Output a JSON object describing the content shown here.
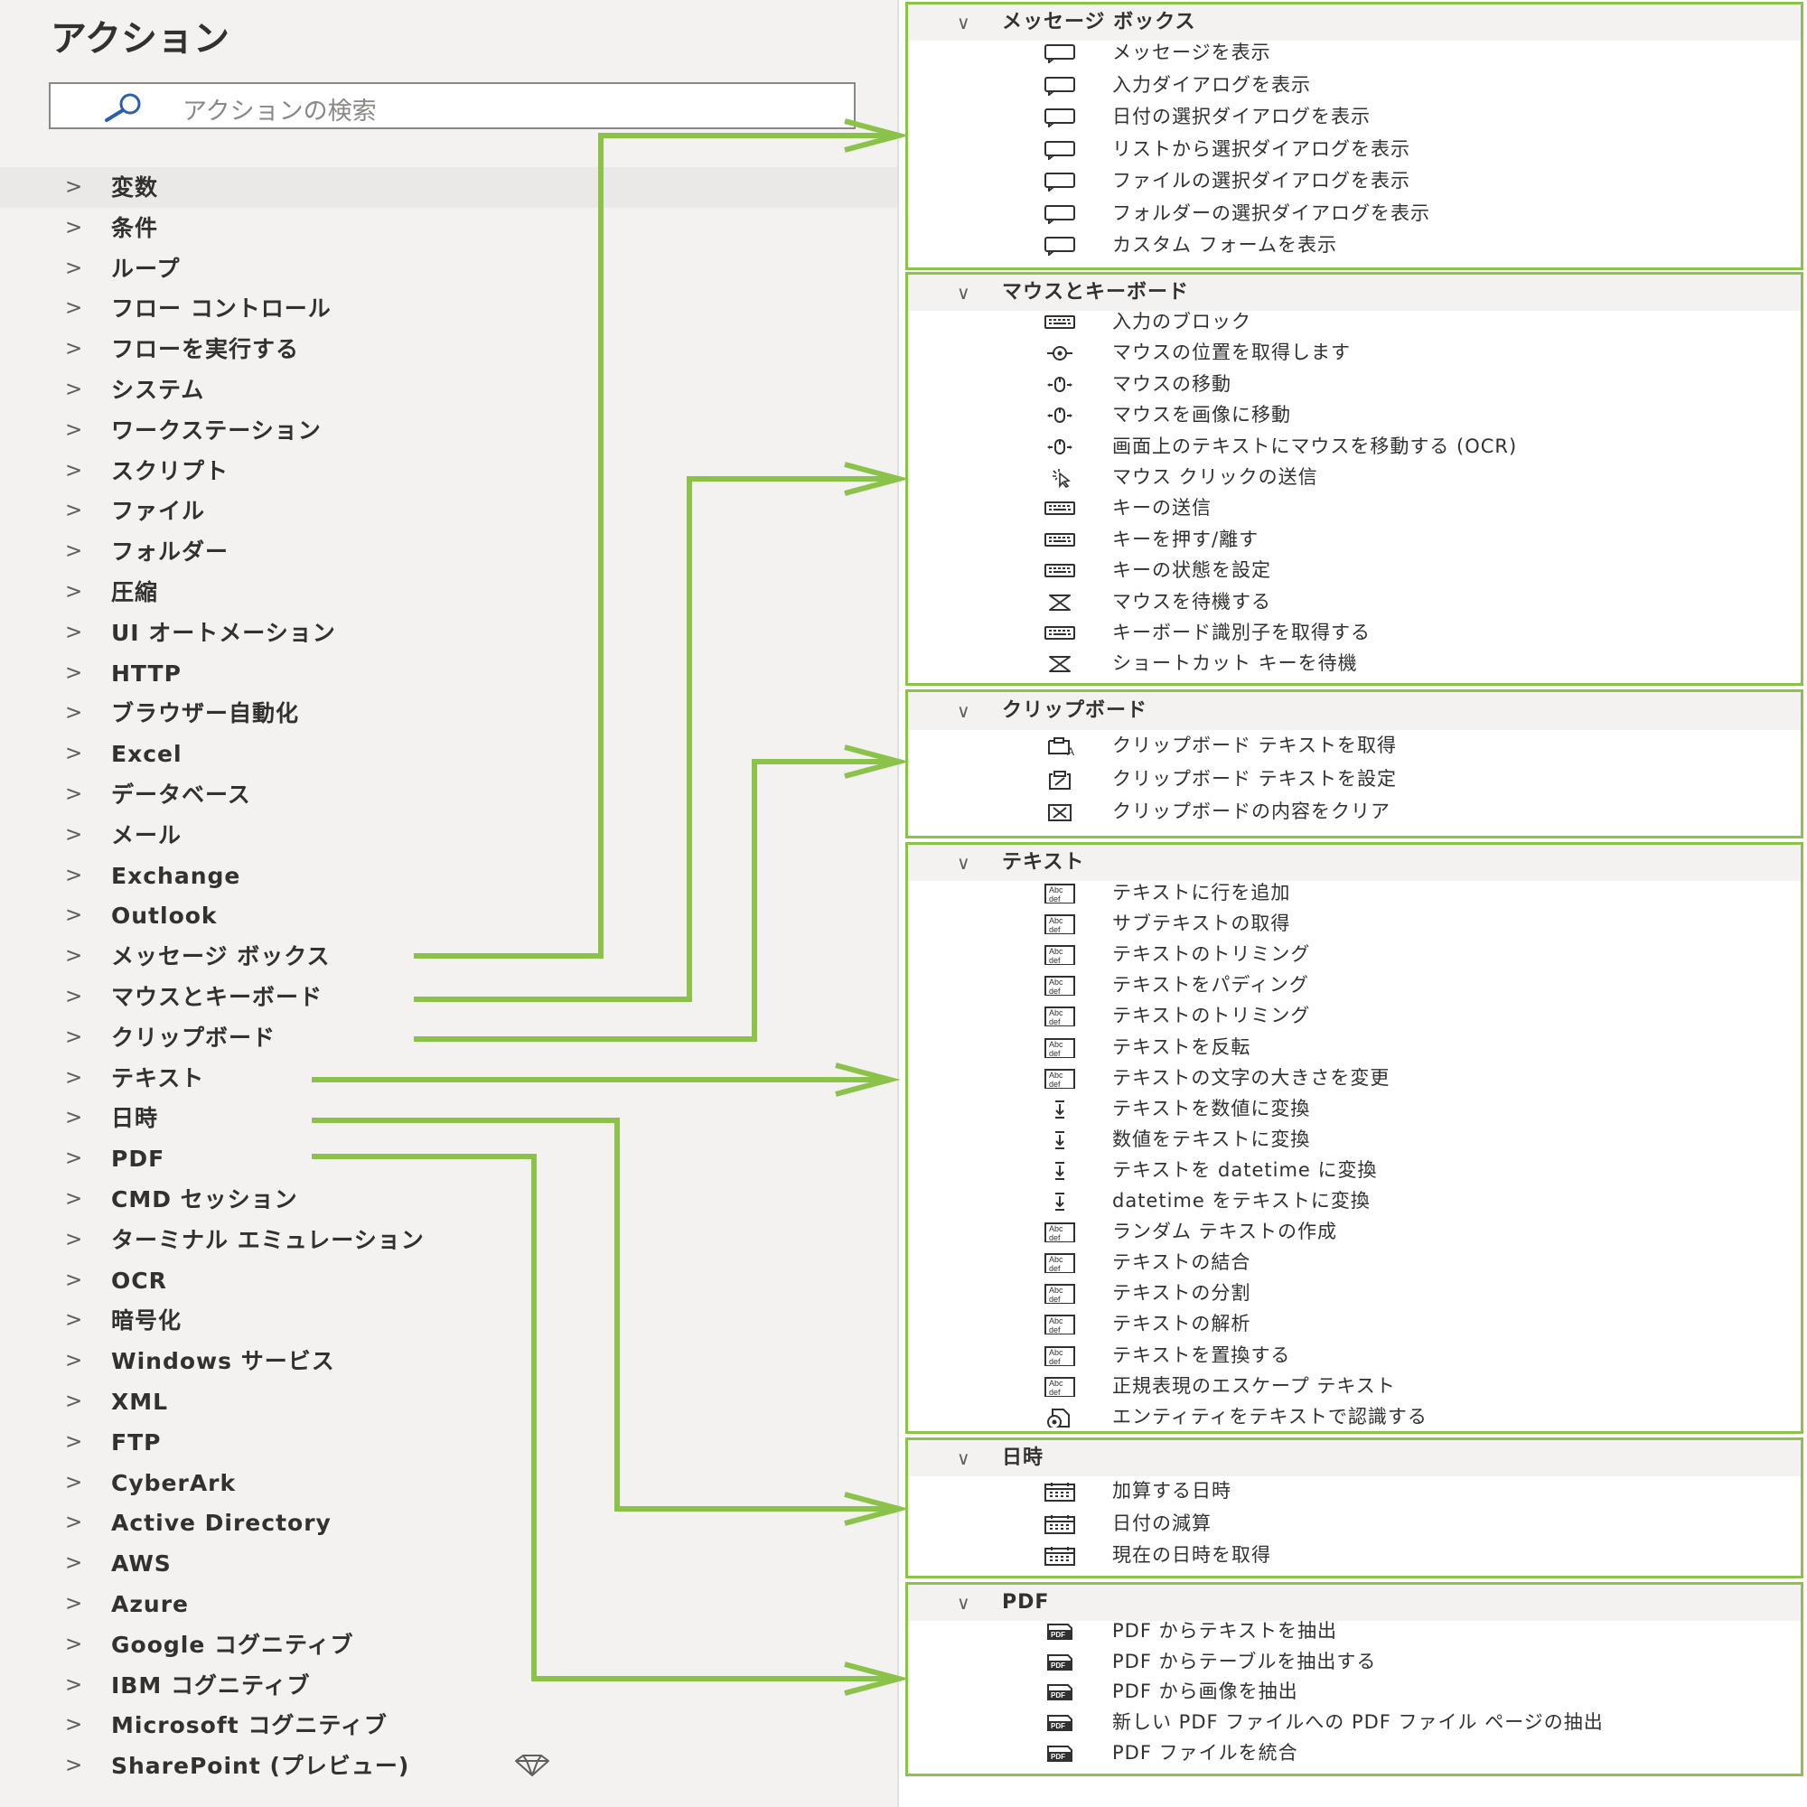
{
  "title": "アクション",
  "search": {
    "placeholder": "アクションの検索"
  },
  "categories": [
    {
      "label": "変数"
    },
    {
      "label": "条件"
    },
    {
      "label": "ループ"
    },
    {
      "label": "フロー コントロール"
    },
    {
      "label": "フローを実行する"
    },
    {
      "label": "システム"
    },
    {
      "label": "ワークステーション"
    },
    {
      "label": "スクリプト"
    },
    {
      "label": "ファイル"
    },
    {
      "label": "フォルダー"
    },
    {
      "label": "圧縮"
    },
    {
      "label": "UI オートメーション"
    },
    {
      "label": "HTTP"
    },
    {
      "label": "ブラウザー自動化"
    },
    {
      "label": "Excel"
    },
    {
      "label": "データベース"
    },
    {
      "label": "メール"
    },
    {
      "label": "Exchange"
    },
    {
      "label": "Outlook"
    },
    {
      "label": "メッセージ ボックス"
    },
    {
      "label": "マウスとキーボード"
    },
    {
      "label": "クリップボード"
    },
    {
      "label": "テキスト"
    },
    {
      "label": "日時"
    },
    {
      "label": "PDF"
    },
    {
      "label": "CMD セッション"
    },
    {
      "label": "ターミナル エミュレーション"
    },
    {
      "label": "OCR"
    },
    {
      "label": "暗号化"
    },
    {
      "label": "Windows サービス"
    },
    {
      "label": "XML"
    },
    {
      "label": "FTP"
    },
    {
      "label": "CyberArk"
    },
    {
      "label": "Active Directory"
    },
    {
      "label": "AWS"
    },
    {
      "label": "Azure"
    },
    {
      "label": "Google コグニティブ"
    },
    {
      "label": "IBM コグニティブ"
    },
    {
      "label": "Microsoft コグニティブ"
    },
    {
      "label": "SharePoint (プレビュー)"
    }
  ],
  "chevron": ">",
  "expanded_chevron": "∨",
  "premium_icon": "diamond-icon",
  "accent_color": "#8bc34a",
  "groups": [
    {
      "name": "message-box",
      "title": "メッセージ ボックス",
      "items": [
        {
          "label": "メッセージを表示",
          "icon": "message-icon"
        },
        {
          "label": "入力ダイアログを表示",
          "icon": "message-icon"
        },
        {
          "label": "日付の選択ダイアログを表示",
          "icon": "message-icon"
        },
        {
          "label": "リストから選択ダイアログを表示",
          "icon": "message-icon"
        },
        {
          "label": "ファイルの選択ダイアログを表示",
          "icon": "message-icon"
        },
        {
          "label": "フォルダーの選択ダイアログを表示",
          "icon": "message-icon"
        },
        {
          "label": "カスタム フォームを表示",
          "icon": "message-icon"
        }
      ]
    },
    {
      "name": "mouse-keyboard",
      "title": "マウスとキーボード",
      "items": [
        {
          "label": "入力のブロック",
          "icon": "keyboard-icon"
        },
        {
          "label": "マウスの位置を取得します",
          "icon": "crosshair-icon"
        },
        {
          "label": "マウスの移動",
          "icon": "mouse-move-icon"
        },
        {
          "label": "マウスを画像に移動",
          "icon": "mouse-move-icon"
        },
        {
          "label": "画面上のテキストにマウスを移動する (OCR)",
          "icon": "mouse-move-icon"
        },
        {
          "label": "マウス クリックの送信",
          "icon": "mouse-click-icon"
        },
        {
          "label": "キーの送信",
          "icon": "keyboard-icon"
        },
        {
          "label": "キーを押す/離す",
          "icon": "keyboard-icon"
        },
        {
          "label": "キーの状態を設定",
          "icon": "keyboard-icon"
        },
        {
          "label": "マウスを待機する",
          "icon": "hourglass-icon"
        },
        {
          "label": "キーボード識別子を取得する",
          "icon": "keyboard-icon"
        },
        {
          "label": "ショートカット キーを待機",
          "icon": "hourglass-icon"
        }
      ]
    },
    {
      "name": "clipboard",
      "title": "クリップボード",
      "items": [
        {
          "label": "クリップボード テキストを取得",
          "icon": "clipboard-get-icon"
        },
        {
          "label": "クリップボード テキストを設定",
          "icon": "clipboard-set-icon"
        },
        {
          "label": "クリップボードの内容をクリア",
          "icon": "clipboard-clear-icon"
        }
      ]
    },
    {
      "name": "text",
      "title": "テキスト",
      "items": [
        {
          "label": "テキストに行を追加",
          "icon": "abc-def-icon"
        },
        {
          "label": "サブテキストの取得",
          "icon": "abc-def-icon"
        },
        {
          "label": "テキストのトリミング",
          "icon": "abc-def-icon"
        },
        {
          "label": "テキストをパディング",
          "icon": "abc-def-icon"
        },
        {
          "label": "テキストのトリミング",
          "icon": "abc-def-icon"
        },
        {
          "label": "テキストを反転",
          "icon": "abc-def-icon"
        },
        {
          "label": "テキストの文字の大きさを変更",
          "icon": "abc-def-icon"
        },
        {
          "label": "テキストを数値に変換",
          "icon": "convert-icon"
        },
        {
          "label": "数値をテキストに変換",
          "icon": "convert-icon"
        },
        {
          "label": "テキストを datetime に変換",
          "icon": "convert-icon"
        },
        {
          "label": "datetime をテキストに変換",
          "icon": "convert-icon"
        },
        {
          "label": "ランダム テキストの作成",
          "icon": "abc-def-icon"
        },
        {
          "label": "テキストの結合",
          "icon": "abc-def-icon"
        },
        {
          "label": "テキストの分割",
          "icon": "abc-def-icon"
        },
        {
          "label": "テキストの解析",
          "icon": "abc-def-icon"
        },
        {
          "label": "テキストを置換する",
          "icon": "abc-def-icon"
        },
        {
          "label": "正規表現のエスケープ テキスト",
          "icon": "abc-def-icon"
        },
        {
          "label": "エンティティをテキストで認識する",
          "icon": "entity-icon"
        }
      ]
    },
    {
      "name": "datetime",
      "title": "日時",
      "items": [
        {
          "label": "加算する日時",
          "icon": "calendar-icon"
        },
        {
          "label": "日付の減算",
          "icon": "calendar-icon"
        },
        {
          "label": "現在の日時を取得",
          "icon": "calendar-icon"
        }
      ]
    },
    {
      "name": "pdf",
      "title": "PDF",
      "items": [
        {
          "label": "PDF からテキストを抽出",
          "icon": "pdf-icon"
        },
        {
          "label": "PDF からテーブルを抽出する",
          "icon": "pdf-icon"
        },
        {
          "label": "PDF から画像を抽出",
          "icon": "pdf-icon"
        },
        {
          "label": "新しい PDF ファイルへの PDF ファイル ページの抽出",
          "icon": "pdf-icon"
        },
        {
          "label": "PDF ファイルを統合",
          "icon": "pdf-icon"
        }
      ]
    }
  ]
}
